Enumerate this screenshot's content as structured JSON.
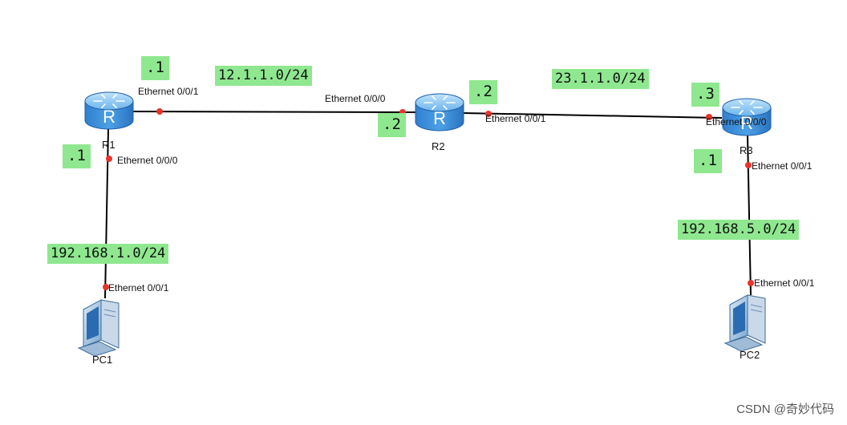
{
  "devices": {
    "r1": "R1",
    "r2": "R2",
    "r3": "R3",
    "pc1": "PC1",
    "pc2": "PC2"
  },
  "networks": {
    "r1_r2": "12.1.1.0/24",
    "r2_r3": "23.1.1.0/24",
    "r1_pc1": "192.168.1.0/24",
    "r3_pc2": "192.168.5.0/24"
  },
  "ips": {
    "r1_e001": ".1",
    "r1_e000": ".1",
    "r2_e000": ".2",
    "r2_e001": ".2",
    "r3_e000": ".3",
    "r3_e001": ".1"
  },
  "ports": {
    "r1_e001": "Ethernet 0/0/1",
    "r1_e000": "Ethernet 0/0/0",
    "r2_e000": "Ethernet 0/0/0",
    "r2_e001": "Ethernet 0/0/1",
    "r3_e000": "Ethernet 0/0/0",
    "r3_e001": "Ethernet 0/0/1",
    "pc1_e001": "Ethernet 0/0/1",
    "pc2_e001": "Ethernet 0/0/1"
  },
  "watermark": "CSDN @奇妙代码",
  "colors": {
    "label_bg": "#8fe88f",
    "port_dot": "#e8332b",
    "link": "#000000",
    "router_body": "#3d8fd8"
  }
}
